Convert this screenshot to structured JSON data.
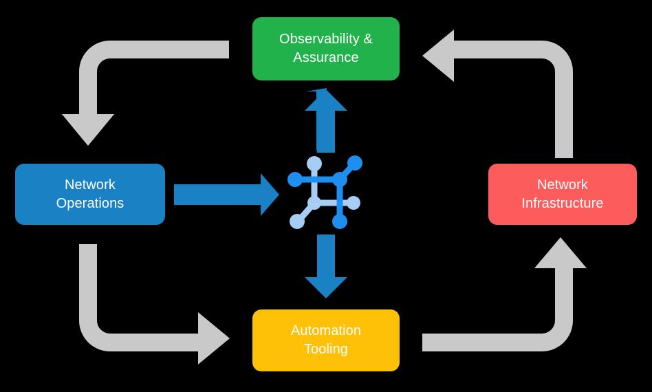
{
  "diagram": {
    "title": "Network automation lifecycle cycle diagram",
    "background_color": "#000000",
    "nodes": [
      {
        "id": "observability",
        "label": "Observability &\nAssurance",
        "line1": "Observability &",
        "line2": "Assurance",
        "color": "#22b24c",
        "text_color": "#ffffff",
        "position": "top"
      },
      {
        "id": "network-operations",
        "label": "Network\nOperations",
        "line1": "Network",
        "line2": "Operations",
        "color": "#1a81c4",
        "text_color": "#ffffff",
        "position": "left"
      },
      {
        "id": "network-infrastructure",
        "label": "Network\nInfrastructure",
        "line1": "Network",
        "line2": "Infrastructure",
        "color": "#fd5c5c",
        "text_color": "#ffffff",
        "position": "right"
      },
      {
        "id": "automation-tooling",
        "label": "Automation\nTooling",
        "line1": "Automation",
        "line2": "Tooling",
        "color": "#ffc107",
        "text_color": "#ffffff",
        "position": "bottom"
      }
    ],
    "center": {
      "icon": "network-topology-icon",
      "dark_color": "#1f8fef",
      "light_color": "#a8cdf5"
    },
    "arrows": {
      "blue_color": "#1a81c4",
      "gray_color": "#c9c9c9",
      "blue": [
        {
          "id": "operations-to-center",
          "direction": "right"
        },
        {
          "id": "center-to-observability",
          "direction": "up"
        },
        {
          "id": "center-to-automation",
          "direction": "down"
        }
      ],
      "gray": [
        {
          "id": "observability-to-operations",
          "direction": "down",
          "corner": "top-left"
        },
        {
          "id": "infrastructure-to-observability",
          "direction": "left",
          "corner": "top-right"
        },
        {
          "id": "operations-to-automation",
          "direction": "right",
          "corner": "bottom-left"
        },
        {
          "id": "automation-to-infrastructure",
          "direction": "up",
          "corner": "bottom-right"
        }
      ]
    }
  }
}
